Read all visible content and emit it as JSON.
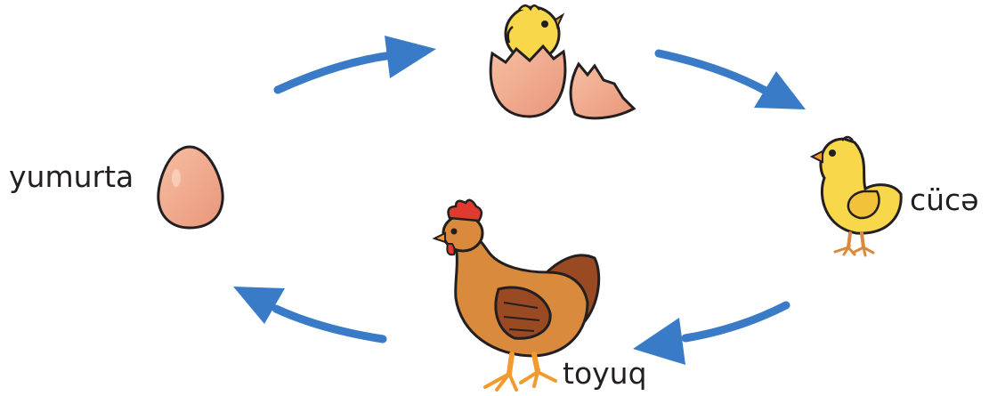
{
  "diagram": {
    "stages": [
      {
        "id": "egg",
        "label": "yumurta",
        "icon": "egg-icon"
      },
      {
        "id": "hatching",
        "label": "",
        "icon": "hatching-chick-icon"
      },
      {
        "id": "chick",
        "label": "cücə",
        "icon": "chick-icon"
      },
      {
        "id": "hen",
        "label": "toyuq",
        "icon": "hen-icon"
      }
    ],
    "cycle_order": [
      "egg",
      "hatching",
      "chick",
      "hen",
      "egg"
    ],
    "arrow_color": "#3a7bc8",
    "colors": {
      "egg_shell": "#f2a98a",
      "chick_yellow": "#f8d84a",
      "hen_body": "#d98a3c",
      "hen_wing": "#9a4a22",
      "comb_red": "#e03a2e",
      "beak_orange": "#f29a2e"
    }
  }
}
